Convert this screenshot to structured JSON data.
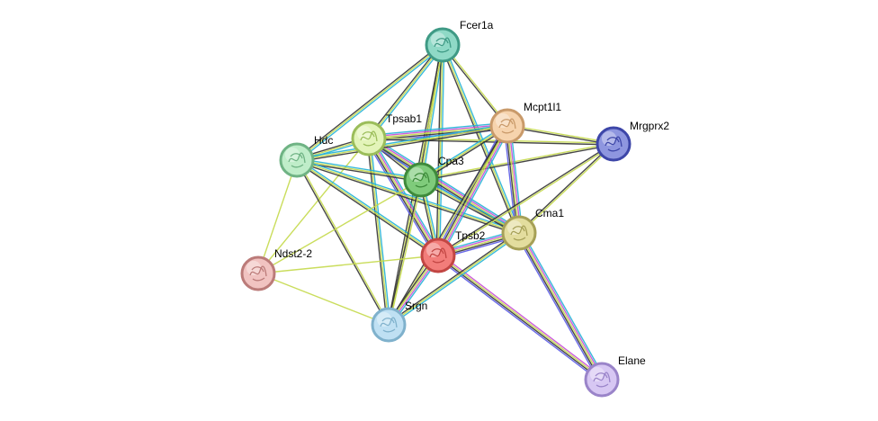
{
  "network": {
    "nodes": [
      {
        "id": "Fcer1a",
        "label": "Fcer1a",
        "fill": "#8fd9c6",
        "stroke": "#3f9a85",
        "icon": "protein-structure-icon"
      },
      {
        "id": "Mcpt1l1",
        "label": "Mcpt1l1",
        "fill": "#f6d3ad",
        "stroke": "#c99a6a",
        "icon": "protein-structure-icon"
      },
      {
        "id": "Mrgprx2",
        "label": "Mrgprx2",
        "fill": "#8e96df",
        "stroke": "#3d46a8",
        "icon": "protein-structure-icon"
      },
      {
        "id": "Tpsab1",
        "label": "Tpsab1",
        "fill": "#e3f4b9",
        "stroke": "#9bbd5a",
        "icon": "protein-structure-icon"
      },
      {
        "id": "Hdc",
        "label": "Hdc",
        "fill": "#bfedc9",
        "stroke": "#6fb384",
        "icon": "protein-structure-icon"
      },
      {
        "id": "Cpa3",
        "label": "Cpa3",
        "fill": "#7fcb7b",
        "stroke": "#3e8a3b",
        "icon": "protein-structure-icon"
      },
      {
        "id": "Cma1",
        "label": "Cma1",
        "fill": "#e3dd9e",
        "stroke": "#a6a057",
        "icon": "protein-structure-icon"
      },
      {
        "id": "Tpsb2",
        "label": "Tpsb2",
        "fill": "#f27d7a",
        "stroke": "#c24643",
        "icon": "protein-structure-icon"
      },
      {
        "id": "Ndst2-2",
        "label": "Ndst2-2",
        "fill": "#f1c3c1",
        "stroke": "#bb7b79",
        "icon": "protein-structure-icon"
      },
      {
        "id": "Srgn",
        "label": "Srgn",
        "fill": "#bfe0f3",
        "stroke": "#7fb1cc",
        "icon": "protein-structure-icon"
      },
      {
        "id": "Elane",
        "label": "Elane",
        "fill": "#d7c7f3",
        "stroke": "#9a84c9",
        "icon": "protein-structure-icon"
      }
    ],
    "edges": [
      {
        "from": "Fcer1a",
        "to": "Tpsab1",
        "types": [
          "db",
          "tm",
          "coexp"
        ]
      },
      {
        "from": "Fcer1a",
        "to": "Hdc",
        "types": [
          "db",
          "tm",
          "coexp"
        ]
      },
      {
        "from": "Fcer1a",
        "to": "Cpa3",
        "types": [
          "db",
          "tm",
          "coexp"
        ]
      },
      {
        "from": "Fcer1a",
        "to": "Mcpt1l1",
        "types": [
          "tm",
          "coexp"
        ]
      },
      {
        "from": "Fcer1a",
        "to": "Tpsb2",
        "types": [
          "db",
          "tm",
          "coexp"
        ]
      },
      {
        "from": "Fcer1a",
        "to": "Cma1",
        "types": [
          "db",
          "tm",
          "coexp"
        ]
      },
      {
        "from": "Fcer1a",
        "to": "Srgn",
        "types": [
          "tm",
          "coexp"
        ]
      },
      {
        "from": "Tpsab1",
        "to": "Mcpt1l1",
        "types": [
          "db",
          "exp",
          "tm",
          "coexp",
          "hom"
        ]
      },
      {
        "from": "Tpsab1",
        "to": "Hdc",
        "types": [
          "db",
          "tm",
          "coexp"
        ]
      },
      {
        "from": "Tpsab1",
        "to": "Cpa3",
        "types": [
          "db",
          "tm",
          "coexp"
        ]
      },
      {
        "from": "Tpsab1",
        "to": "Tpsb2",
        "types": [
          "db",
          "exp",
          "tm",
          "coexp",
          "hom"
        ]
      },
      {
        "from": "Tpsab1",
        "to": "Cma1",
        "types": [
          "db",
          "exp",
          "tm",
          "coexp",
          "hom"
        ]
      },
      {
        "from": "Tpsab1",
        "to": "Srgn",
        "types": [
          "db",
          "tm",
          "coexp"
        ]
      },
      {
        "from": "Tpsab1",
        "to": "Ndst2-2",
        "types": [
          "tm"
        ]
      },
      {
        "from": "Tpsab1",
        "to": "Mrgprx2",
        "types": [
          "tm",
          "coexp"
        ]
      },
      {
        "from": "Hdc",
        "to": "Mcpt1l1",
        "types": [
          "db",
          "tm",
          "coexp"
        ]
      },
      {
        "from": "Hdc",
        "to": "Cpa3",
        "types": [
          "db",
          "tm",
          "coexp"
        ]
      },
      {
        "from": "Hdc",
        "to": "Tpsb2",
        "types": [
          "db",
          "tm",
          "coexp"
        ]
      },
      {
        "from": "Hdc",
        "to": "Cma1",
        "types": [
          "db",
          "tm",
          "coexp"
        ]
      },
      {
        "from": "Hdc",
        "to": "Srgn",
        "types": [
          "tm",
          "coexp"
        ]
      },
      {
        "from": "Hdc",
        "to": "Ndst2-2",
        "types": [
          "tm"
        ]
      },
      {
        "from": "Cpa3",
        "to": "Mcpt1l1",
        "types": [
          "db",
          "tm",
          "coexp"
        ]
      },
      {
        "from": "Cpa3",
        "to": "Tpsb2",
        "types": [
          "db",
          "tm",
          "coexp"
        ]
      },
      {
        "from": "Cpa3",
        "to": "Cma1",
        "types": [
          "db",
          "tm",
          "coexp"
        ]
      },
      {
        "from": "Cpa3",
        "to": "Srgn",
        "types": [
          "tm",
          "coexp"
        ]
      },
      {
        "from": "Cpa3",
        "to": "Mrgprx2",
        "types": [
          "tm",
          "coexp"
        ]
      },
      {
        "from": "Cpa3",
        "to": "Ndst2-2",
        "types": [
          "tm"
        ]
      },
      {
        "from": "Mcpt1l1",
        "to": "Tpsb2",
        "types": [
          "db",
          "exp",
          "tm",
          "coexp",
          "hom"
        ]
      },
      {
        "from": "Mcpt1l1",
        "to": "Cma1",
        "types": [
          "db",
          "exp",
          "tm",
          "coexp",
          "hom"
        ]
      },
      {
        "from": "Mcpt1l1",
        "to": "Srgn",
        "types": [
          "tm",
          "coexp"
        ]
      },
      {
        "from": "Mcpt1l1",
        "to": "Mrgprx2",
        "types": [
          "tm",
          "coexp"
        ]
      },
      {
        "from": "Mrgprx2",
        "to": "Cma1",
        "types": [
          "tm",
          "coexp"
        ]
      },
      {
        "from": "Mrgprx2",
        "to": "Tpsb2",
        "types": [
          "tm",
          "coexp"
        ]
      },
      {
        "from": "Tpsb2",
        "to": "Cma1",
        "types": [
          "db",
          "exp",
          "tm",
          "coexp",
          "hom"
        ]
      },
      {
        "from": "Tpsb2",
        "to": "Srgn",
        "types": [
          "db",
          "exp",
          "tm",
          "coexp"
        ]
      },
      {
        "from": "Tpsb2",
        "to": "Ndst2-2",
        "types": [
          "tm"
        ]
      },
      {
        "from": "Tpsb2",
        "to": "Elane",
        "types": [
          "exp",
          "tm",
          "coexp",
          "hom"
        ]
      },
      {
        "from": "Cma1",
        "to": "Srgn",
        "types": [
          "db",
          "tm",
          "coexp"
        ]
      },
      {
        "from": "Cma1",
        "to": "Elane",
        "types": [
          "db",
          "exp",
          "tm",
          "coexp",
          "hom"
        ]
      },
      {
        "from": "Ndst2-2",
        "to": "Srgn",
        "types": [
          "tm"
        ]
      }
    ],
    "edge_colors": {
      "db": "#23b1d6",
      "exp": "#c74cd6",
      "tm": "#c4d94a",
      "coexp": "#333333",
      "hom": "#5a5ae6"
    }
  }
}
